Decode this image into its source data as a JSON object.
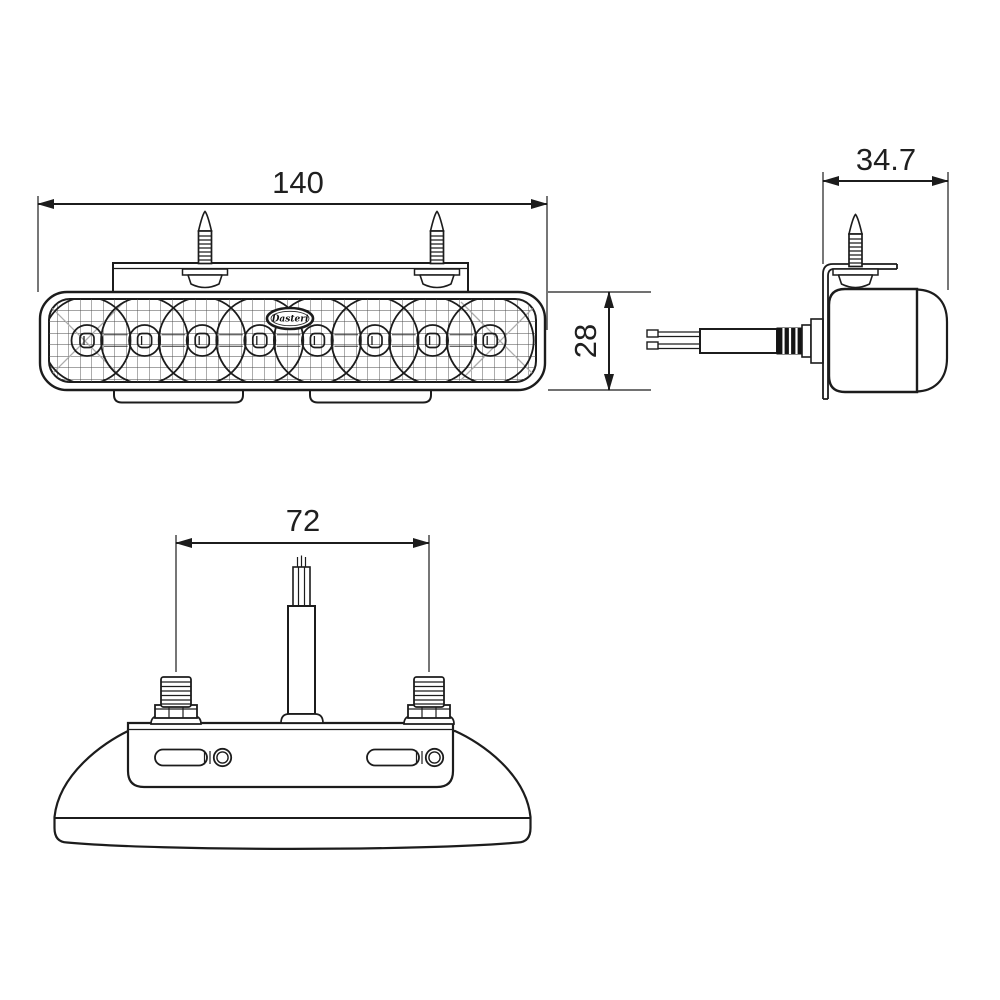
{
  "dimensions": {
    "front_width": "140",
    "front_height": "28",
    "side_depth": "34.7",
    "mount_spacing": "72"
  },
  "logo": {
    "text": "Dasteri"
  },
  "views": {
    "front": {
      "led_count": 8
    },
    "side": {},
    "bottom": {}
  },
  "colors": {
    "line": "#1c1c1c",
    "grid": "#4a4a4a",
    "hatch": "#ababab",
    "background": "#ffffff"
  }
}
